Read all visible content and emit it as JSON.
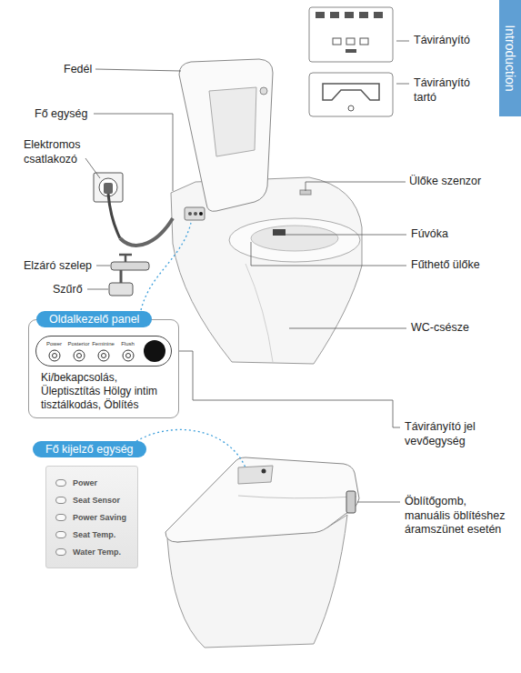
{
  "diagram": {
    "nodes": [
      {
        "text": [
          "Introduction"
        ]
      },
      {
        "text": [
          "Oldalkezelő panel",
          "Ki/bekapcsolás, Üleptisztítás Hölgy intim tisztálkodás, Öblítés"
        ]
      },
      {
        "text": [
          "Power",
          "Posterior",
          "Feminine",
          "Flush"
        ],
        "in": 1
      },
      {
        "text": [
          "Fő kijelző egység",
          "Power",
          "Seat Sensor",
          "Power Saving",
          "Seat Temp.",
          "Water Temp."
        ]
      }
    ],
    "labels": [
      "Távirányító",
      "Távirányító tartó",
      "Fedél",
      "Fő egység",
      "Elektromos csatlakozó",
      "Ülőke szenzor",
      "Fúvóka",
      "Elzáró szelep",
      "Fűthető ülőke",
      "Szűrő",
      "WC-csésze",
      "Távirányító jel vevőegység",
      "Öblítőgomb, manuális öblítéshez áramszünet esetén"
    ]
  }
}
